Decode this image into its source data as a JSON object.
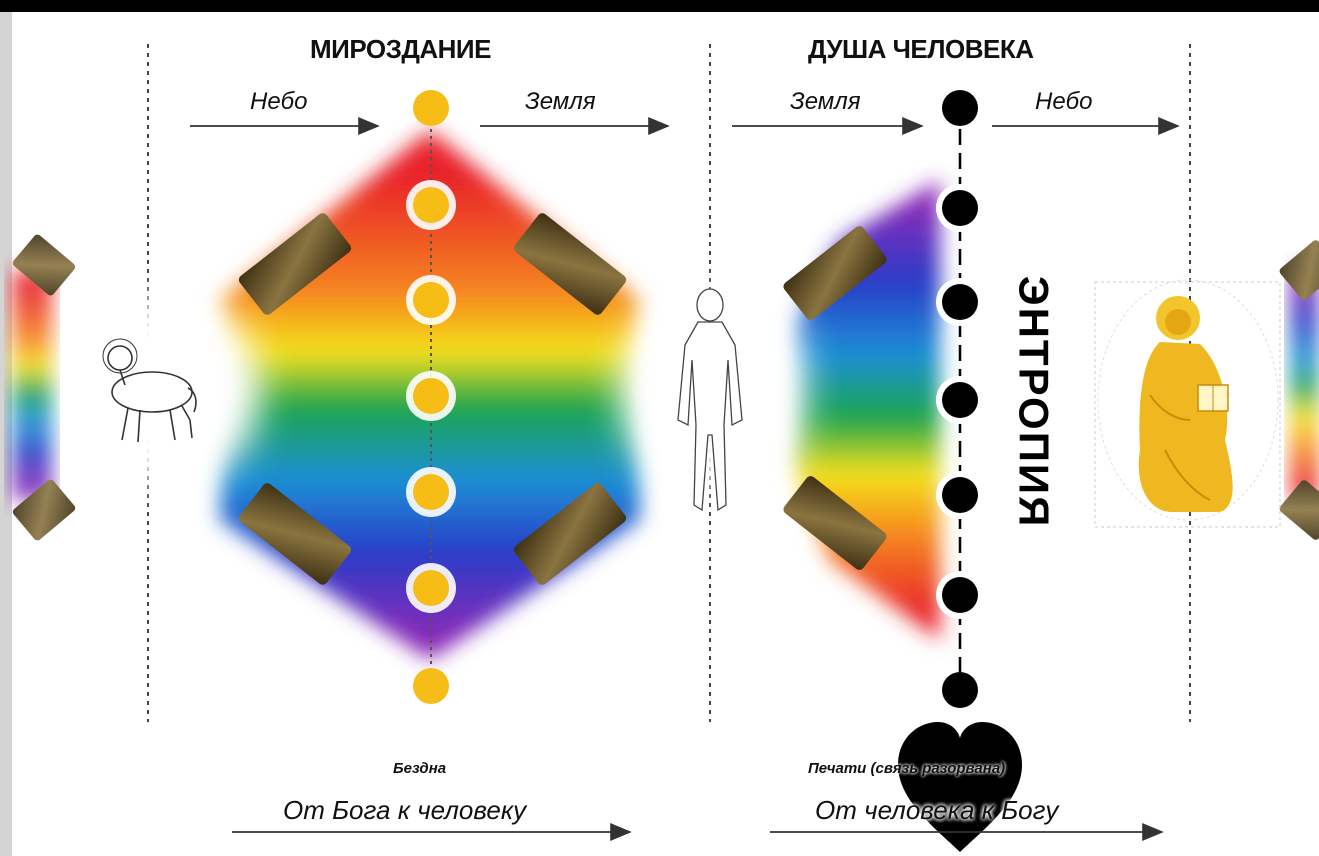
{
  "titles": {
    "creation": "МИРОЗДАНИЕ",
    "soul": "ДУША ЧЕЛОВЕКА"
  },
  "directions": {
    "creation_left": "Небо",
    "creation_right": "Земля",
    "soul_left": "Земля",
    "soul_right": "Небо"
  },
  "entropy_label": "ЭНТРОПИЯ",
  "captions": {
    "abyss": "Бездна",
    "seals": "Печати (связь разорвана)"
  },
  "bottom": {
    "from_god": "От Бога к человеку",
    "from_man": "От человека к Богу"
  },
  "colors": {
    "gold_node": "#f6bd16",
    "black_node": "#000000",
    "spectrum": [
      "#e8202a",
      "#f58220",
      "#f5e11e",
      "#1ea64a",
      "#1d8fd6",
      "#2a3cc8",
      "#8a2ab8"
    ]
  },
  "icons": [
    "lamb-icon",
    "human-figure-icon",
    "christ-icon",
    "heart-icon",
    "book-icon"
  ]
}
